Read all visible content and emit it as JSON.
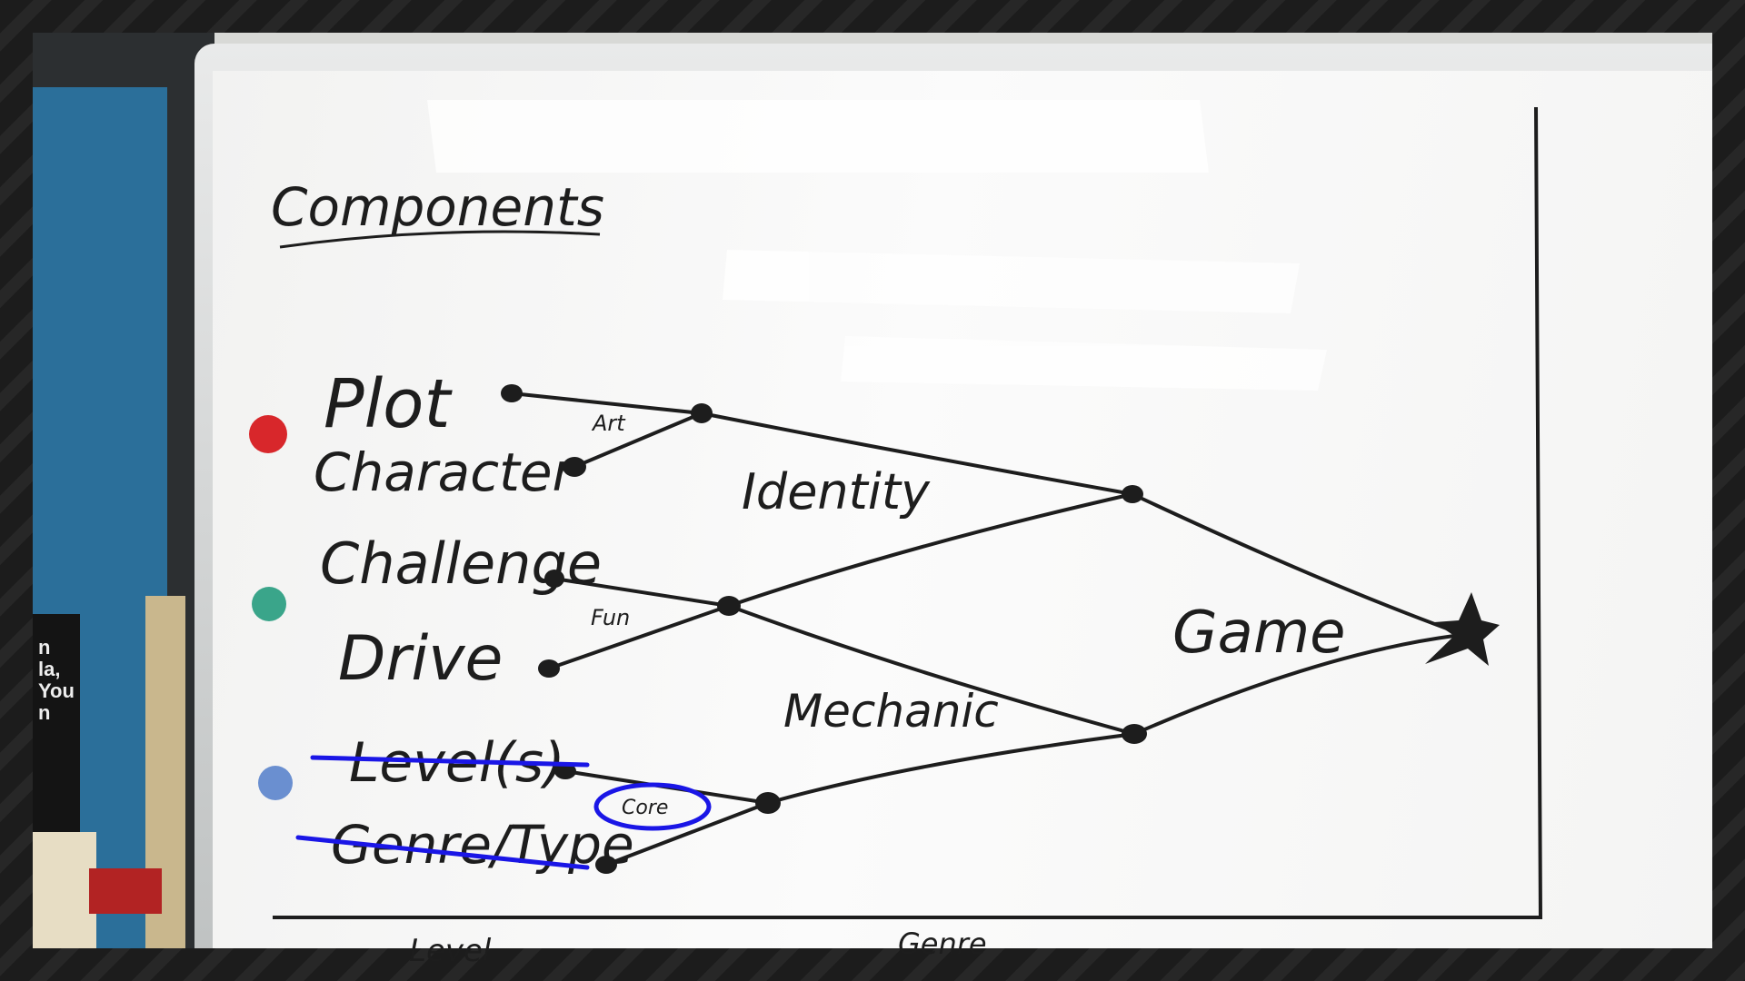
{
  "board": {
    "title": "Components",
    "components": {
      "plot": "Plot",
      "character": "Character",
      "challenge": "Challenge",
      "drive": "Drive",
      "levels": "Level(s)",
      "genre_type": "Genre/Type"
    },
    "junction_labels": {
      "art": "Art",
      "fun": "Fun",
      "core": "Core"
    },
    "branches": {
      "identity": "Identity",
      "mechanic": "Mechanic"
    },
    "result": "Game",
    "bottom_words": [
      "Level",
      "Genre"
    ],
    "poster_text": [
      "n",
      "la,",
      "You",
      "n"
    ]
  },
  "colors": {
    "red_dot": "#d8272b",
    "green_dot": "#3aa58a",
    "blue_dot": "#6a8fd0",
    "annotation_blue": "#1a16e6",
    "marker": "#1d1d1d"
  }
}
